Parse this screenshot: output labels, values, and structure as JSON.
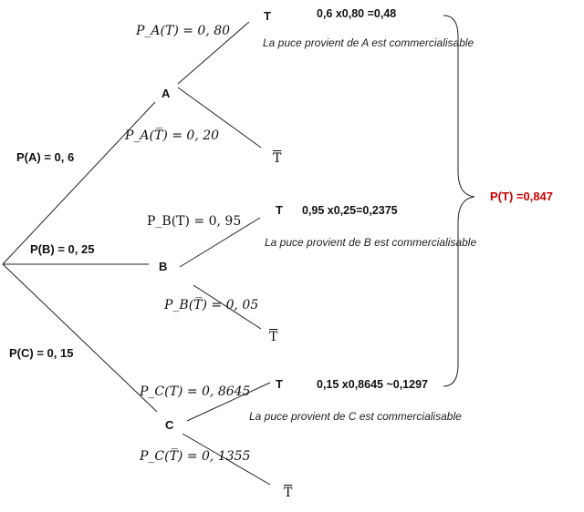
{
  "tree": {
    "level1": {
      "pA": "P(A) = 0, 6",
      "pB": "P(B) = 0, 25",
      "pC": "P(C) = 0, 15"
    },
    "nodes": {
      "A": "A",
      "B": "B",
      "C": "C"
    },
    "outcomes": {
      "T": "T",
      "T_bar": "T"
    },
    "branch_A": {
      "pT": "P_A(T) = 0, 80",
      "pTbar": "P_A(T̅) = 0, 20",
      "calc": "0,6 x0,80 =0,48",
      "note": "La puce provient de A est commercialisable"
    },
    "branch_B": {
      "pT": "P_B(T) = 0, 95",
      "pTbar": "P_B(T̅) = 0, 05",
      "calc": "0,95 x0,25=0,2375",
      "note": "La puce provient de B est commercialisable"
    },
    "branch_C": {
      "pT": "P_C(T) = 0, 8645",
      "pTbar": "P_C(T̅) = 0, 1355",
      "calc": "0,15 x0,8645 ~0,1297",
      "note": "La puce provient de C est commercialisable"
    },
    "total": {
      "label": "P(T) =0,847",
      "color": "#cc0000"
    }
  }
}
